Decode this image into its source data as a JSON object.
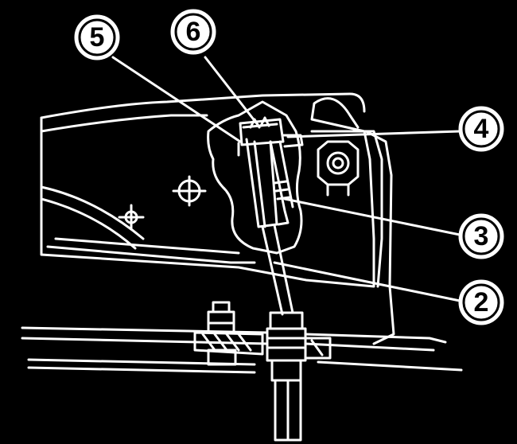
{
  "callouts": [
    {
      "id": "c5",
      "text": "5"
    },
    {
      "id": "c6",
      "text": "6"
    },
    {
      "id": "c4",
      "text": "4"
    },
    {
      "id": "c3",
      "text": "3"
    },
    {
      "id": "c2",
      "text": "2"
    }
  ],
  "colors": {
    "background": "#000000",
    "line": "#ffffff",
    "callout_fill": "#ffffff",
    "callout_text": "#000000"
  }
}
